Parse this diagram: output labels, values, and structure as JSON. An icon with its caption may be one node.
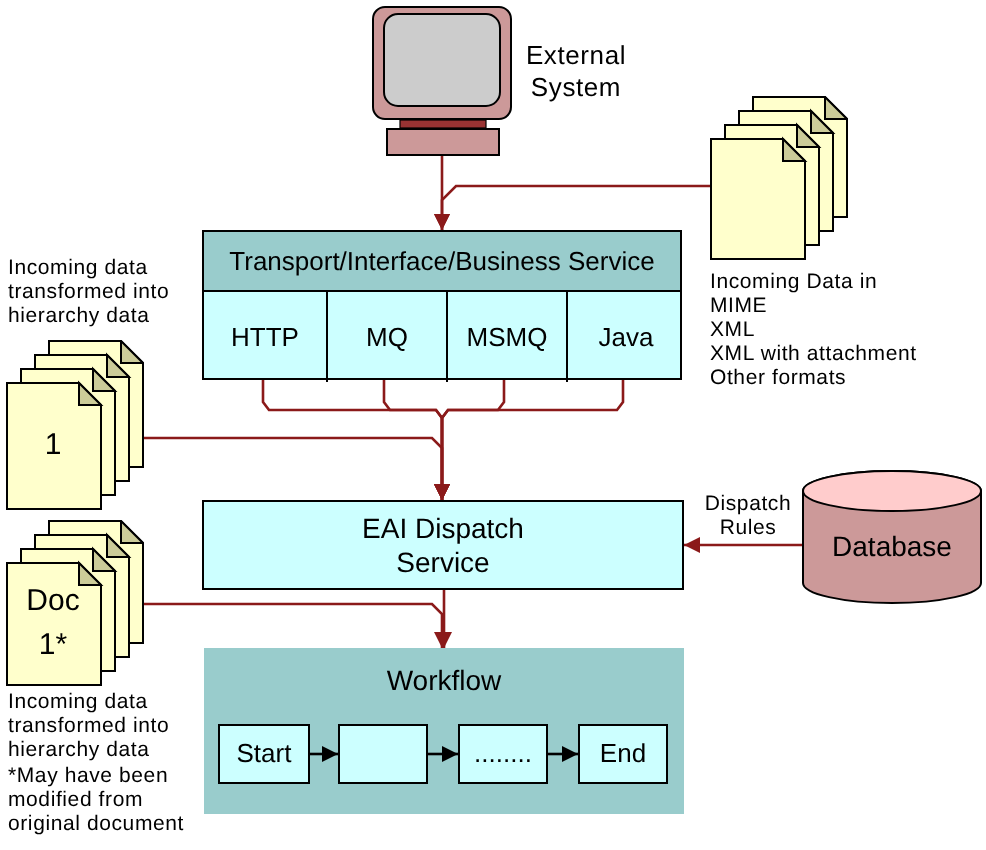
{
  "diagram": {
    "nodes": [
      {
        "text": [],
        "shape": "picture",
        "beside": [
          "External System"
        ]
      },
      {
        "text": [],
        "shape": "picture",
        "beside": [
          "Incoming Data in",
          "MIME",
          "XML",
          "XML with attachment",
          "Other formats"
        ]
      },
      {
        "text": [
          "Transport/Interface/Business Service"
        ]
      },
      {
        "text": [
          "HTTP"
        ],
        "in": 2
      },
      {
        "text": [
          "MQ"
        ],
        "in": 2
      },
      {
        "text": [
          "MSMQ"
        ],
        "in": 2
      },
      {
        "text": [
          "Java"
        ],
        "in": 2
      },
      {
        "text": [
          "1"
        ],
        "beside": [
          "Incoming data transformed into hierarchy data"
        ]
      },
      {
        "text": [
          "EAI Dispatch Service"
        ]
      },
      {
        "text": [
          "Database"
        ]
      },
      {
        "text": [
          "Doc 1*"
        ],
        "beside": [
          "Incoming data transformed into hierarchy data",
          "*May have been modified from original document"
        ]
      },
      {
        "text": [
          "Workflow"
        ]
      },
      {
        "text": [
          "Start"
        ],
        "in": 11
      },
      {
        "text": [],
        "shape": "box",
        "in": 11
      },
      {
        "text": [
          "........"
        ],
        "in": 11
      },
      {
        "text": [
          "End"
        ],
        "in": 11
      }
    ],
    "edges": [
      {
        "from": 0,
        "to": 2,
        "arrow": "to"
      },
      {
        "from": 1,
        "to": 2,
        "arrow": "to"
      },
      {
        "from": 3,
        "to": 8,
        "arrow": "to"
      },
      {
        "from": 4,
        "to": 8,
        "arrow": "to"
      },
      {
        "from": 5,
        "to": 8,
        "arrow": "to"
      },
      {
        "from": 6,
        "to": 8,
        "arrow": "to"
      },
      {
        "from": 7,
        "to": 8,
        "arrow": "to"
      },
      {
        "from": 9,
        "to": 8,
        "arrow": "to",
        "label": "Dispatch Rules"
      },
      {
        "from": 8,
        "to": 11,
        "arrow": "to"
      },
      {
        "from": 10,
        "to": 11,
        "arrow": "to"
      },
      {
        "from": 12,
        "to": 13,
        "arrow": "to",
        "color": "#000000"
      },
      {
        "from": 13,
        "to": 14,
        "arrow": "to",
        "color": "#000000"
      },
      {
        "from": 14,
        "to": 15,
        "arrow": "to",
        "color": "#000000"
      }
    ]
  }
}
